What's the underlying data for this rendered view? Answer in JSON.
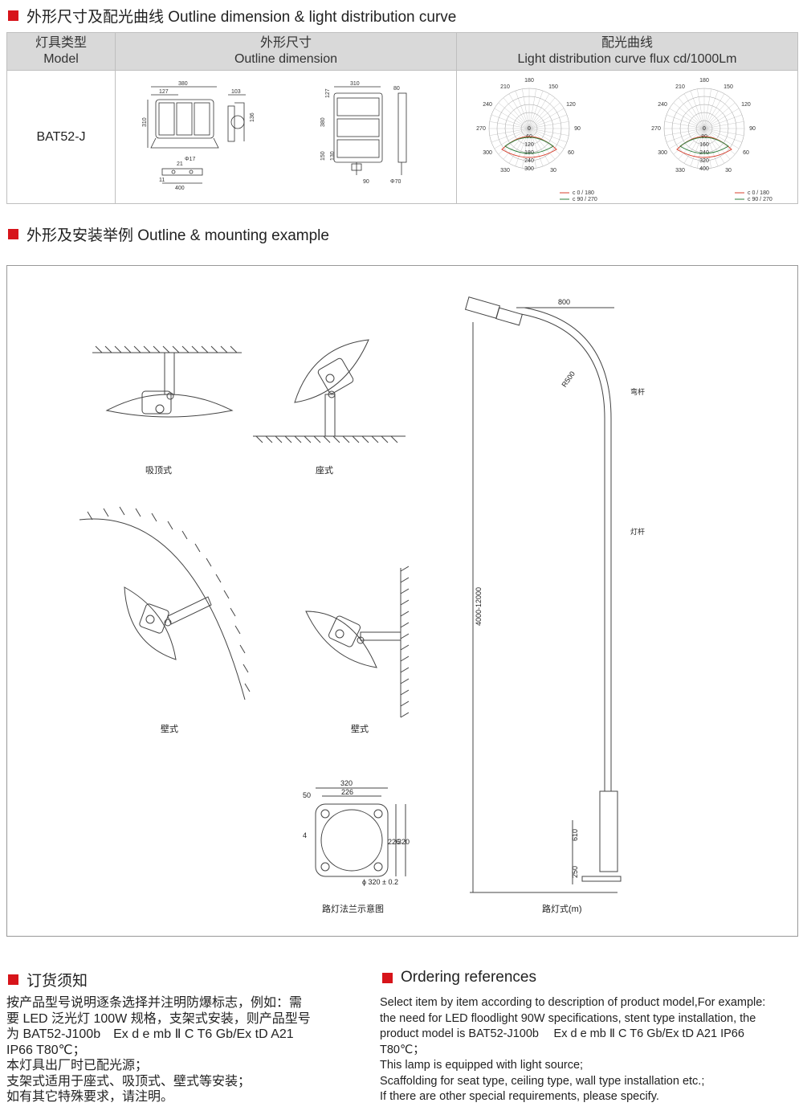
{
  "sections": {
    "outline": "外形尺寸及配光曲线 Outline dimension & light distribution curve",
    "mounting": "外形及安装举例 Outline & mounting example",
    "ordering_cn": "订货须知",
    "ordering_en": "Ordering references"
  },
  "table": {
    "col1_cn": "灯具类型",
    "col1_en": "Model",
    "col2_cn": "外形尺寸",
    "col2_en": "Outline dimension",
    "col3_cn": "配光曲线",
    "col3_en": "Light distribution curve flux cd/1000Lm",
    "model": "BAT52-J"
  },
  "dims1": {
    "w": "380",
    "a": "127",
    "b": "103",
    "h": "310",
    "c": "136",
    "d": "21",
    "phi": "Φ17",
    "e": "11",
    "base": "400"
  },
  "dims2": {
    "w": "310",
    "a": "127",
    "b": "80",
    "h": "380",
    "c": "150",
    "d": "130",
    "e": "90",
    "phi": "Φ70"
  },
  "polar": {
    "angles": {
      "a180": "180",
      "a150": "150",
      "a120": "120",
      "a90": "90",
      "a60": "60",
      "a30": "30",
      "a210": "210",
      "a240": "240",
      "a270": "270",
      "a300": "300",
      "a330": "330",
      "a0": "0"
    },
    "rings1": [
      "60",
      "120",
      "180",
      "240",
      "300"
    ],
    "rings2": [
      "80",
      "160",
      "240",
      "320",
      "400"
    ],
    "legend_c0": "c 0 / 180",
    "legend_c90": "c 90 / 270",
    "c0_color": "#d9402e",
    "c90_color": "#2e7d3a"
  },
  "mounting": {
    "ceiling": "吸顶式",
    "seat": "座式",
    "wall1": "壁式",
    "wall2": "壁式",
    "flange": "路灯法兰示意图",
    "streetlight": "路灯式(m)",
    "arm_len": "800",
    "radius": "R500",
    "bend": "弯杆",
    "pole": "灯杆",
    "height": "4000-12000",
    "h610": "610",
    "h250": "250",
    "fl_320": "320",
    "fl_226": "226",
    "fl_50": "50",
    "fl_4": "4",
    "fl_v226": "226",
    "fl_v320": "320",
    "fl_phi": "ϕ 320 ± 0.2"
  },
  "ordering": {
    "cn_lines": [
      "按产品型号说明逐条选择并注明防爆标志，例如：需",
      "要 LED 泛光灯 100W 规格，支架式安装，则产品型号",
      "为 BAT52-J100b　Ex d e mb Ⅱ C T6 Gb/Ex tD A21",
      "IP66 T80℃；",
      "本灯具出厂时已配光源；",
      "支架式适用于座式、吸顶式、壁式等安装；",
      "如有其它特殊要求，请注明。"
    ],
    "en_lines": [
      "Select item by item according to description of product model,For example:",
      "the need for LED floodlight 90W specifications, stent type installation, the",
      "product model is BAT52-J100b　 Ex d e mb Ⅱ C T6 Gb/Ex tD A21 IP66",
      "T80℃；",
      "This lamp is equipped with light source;",
      "Scaffolding for seat type, ceiling type, wall type installation etc.;",
      "If there are other special requirements, please specify."
    ]
  }
}
